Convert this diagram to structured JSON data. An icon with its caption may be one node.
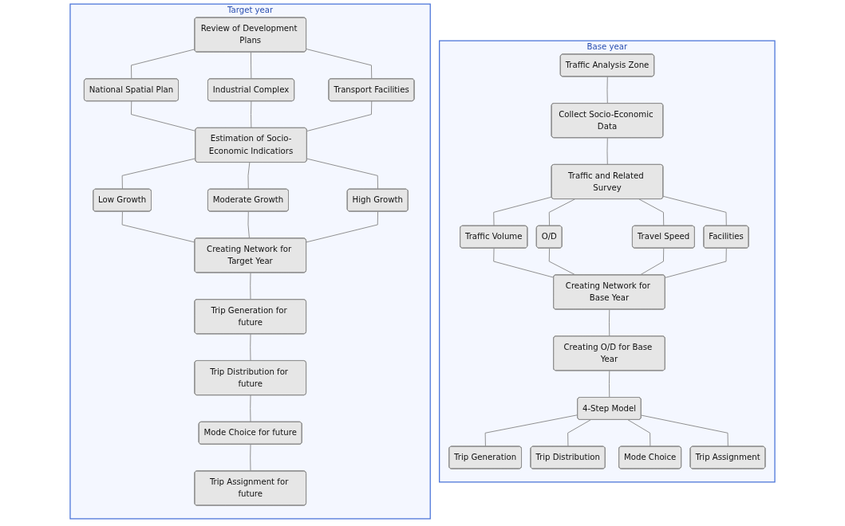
{
  "diagram": {
    "nodes": [
      {
        "text": [
          "Base year"
        ]
      },
      {
        "text": [
          "Traffic Analysis Zone"
        ],
        "in": 0
      },
      {
        "text": [
          "Collect Socio-Economic Data"
        ],
        "in": 0
      },
      {
        "text": [
          "Traffic and Related Survey"
        ],
        "in": 0
      },
      {
        "text": [
          "Traffic Volume"
        ],
        "in": 0
      },
      {
        "text": [
          "O/D"
        ],
        "in": 0
      },
      {
        "text": [
          "Travel Speed"
        ],
        "in": 0
      },
      {
        "text": [
          "Facilities"
        ],
        "in": 0
      },
      {
        "text": [
          "Creating Network for Base Year"
        ],
        "in": 0
      },
      {
        "text": [
          "Creating O/D for Base Year"
        ],
        "in": 0
      },
      {
        "text": [
          "4-Step Model"
        ],
        "in": 0
      },
      {
        "text": [
          "Trip Generation"
        ],
        "in": 0
      },
      {
        "text": [
          "Trip Distribution"
        ],
        "in": 0
      },
      {
        "text": [
          "Mode Choice"
        ],
        "in": 0
      },
      {
        "text": [
          "Trip Assignment"
        ],
        "in": 0
      },
      {
        "text": [
          "Target year"
        ]
      },
      {
        "text": [
          "Review of Development Plans"
        ],
        "in": 15
      },
      {
        "text": [
          "National Spatial Plan"
        ],
        "in": 15
      },
      {
        "text": [
          "Industrial Complex"
        ],
        "in": 15
      },
      {
        "text": [
          "Transport Facilities"
        ],
        "in": 15
      },
      {
        "text": [
          "Estimation of Socio-Economic Indicatiors"
        ],
        "in": 15
      },
      {
        "text": [
          "Low Growth"
        ],
        "in": 15
      },
      {
        "text": [
          "Moderate Growth"
        ],
        "in": 15
      },
      {
        "text": [
          "High Growth"
        ],
        "in": 15
      },
      {
        "text": [
          "Creating Network for Target Year"
        ],
        "in": 15
      },
      {
        "text": [
          "Trip Generation for future"
        ],
        "in": 15
      },
      {
        "text": [
          "Trip Distribution for future"
        ],
        "in": 15
      },
      {
        "text": [
          "Mode Choice for future"
        ],
        "in": 15
      },
      {
        "text": [
          "Trip Assignment for future"
        ],
        "in": 15
      }
    ],
    "edges": [
      {
        "from": 1,
        "to": 2,
        "arrow": "none"
      },
      {
        "from": 2,
        "to": 3,
        "arrow": "none"
      },
      {
        "from": 3,
        "to": 4,
        "arrow": "none"
      },
      {
        "from": 3,
        "to": 5,
        "arrow": "none"
      },
      {
        "from": 3,
        "to": 6,
        "arrow": "none"
      },
      {
        "from": 3,
        "to": 7,
        "arrow": "none"
      },
      {
        "from": 4,
        "to": 8,
        "arrow": "none"
      },
      {
        "from": 5,
        "to": 8,
        "arrow": "none"
      },
      {
        "from": 6,
        "to": 8,
        "arrow": "none"
      },
      {
        "from": 7,
        "to": 8,
        "arrow": "none"
      },
      {
        "from": 8,
        "to": 9,
        "arrow": "none"
      },
      {
        "from": 9,
        "to": 10,
        "arrow": "none"
      },
      {
        "from": 10,
        "to": 11,
        "arrow": "none"
      },
      {
        "from": 10,
        "to": 12,
        "arrow": "none"
      },
      {
        "from": 10,
        "to": 13,
        "arrow": "none"
      },
      {
        "from": 10,
        "to": 14,
        "arrow": "none"
      },
      {
        "from": 16,
        "to": 17,
        "arrow": "none"
      },
      {
        "from": 16,
        "to": 18,
        "arrow": "none"
      },
      {
        "from": 16,
        "to": 19,
        "arrow": "none"
      },
      {
        "from": 17,
        "to": 20,
        "arrow": "none"
      },
      {
        "from": 18,
        "to": 20,
        "arrow": "none"
      },
      {
        "from": 19,
        "to": 20,
        "arrow": "none"
      },
      {
        "from": 20,
        "to": 21,
        "arrow": "none"
      },
      {
        "from": 20,
        "to": 22,
        "arrow": "none"
      },
      {
        "from": 20,
        "to": 23,
        "arrow": "none"
      },
      {
        "from": 21,
        "to": 24,
        "arrow": "none"
      },
      {
        "from": 22,
        "to": 24,
        "arrow": "none"
      },
      {
        "from": 23,
        "to": 24,
        "arrow": "none"
      },
      {
        "from": 24,
        "to": 25,
        "arrow": "none"
      },
      {
        "from": 25,
        "to": 26,
        "arrow": "none"
      },
      {
        "from": 26,
        "to": 27,
        "arrow": "none"
      },
      {
        "from": 27,
        "to": 28,
        "arrow": "none"
      }
    ]
  }
}
